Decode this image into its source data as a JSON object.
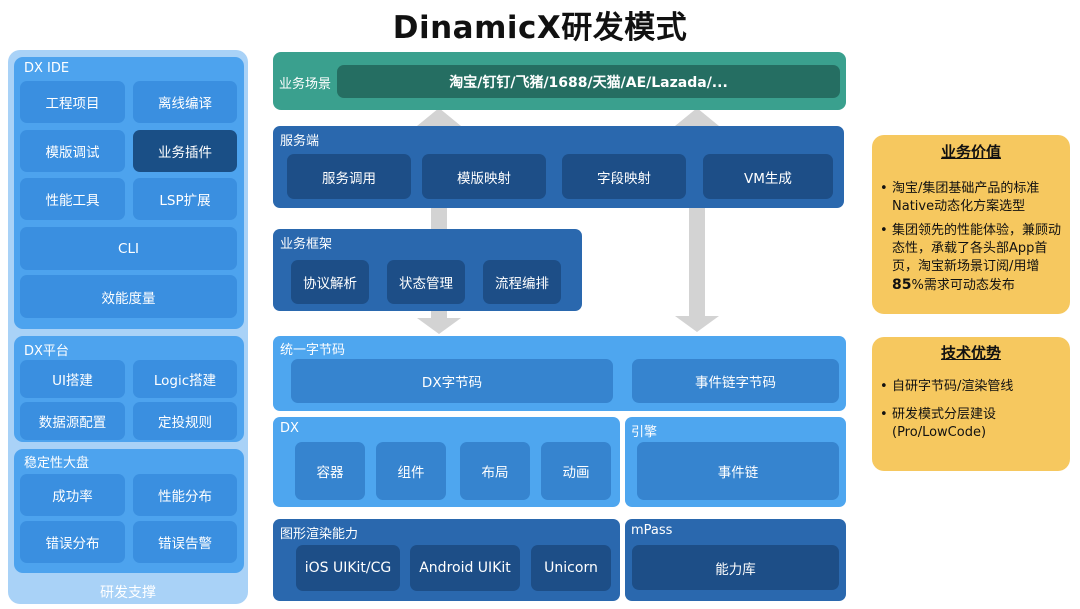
{
  "title": "DinamicX研发模式",
  "left": {
    "footer": "研发支撑",
    "dx_ide": {
      "label": "DX IDE",
      "items": [
        "工程项目",
        "离线编译",
        "模版调试",
        "业务插件",
        "性能工具",
        "LSP扩展"
      ],
      "wide_items": [
        "CLI",
        "效能度量"
      ]
    },
    "dx_platform": {
      "label": "DX平台",
      "items": [
        "UI搭建",
        "Logic搭建",
        "数据源配置",
        "定投规则"
      ]
    },
    "stability": {
      "label": "稳定性大盘",
      "items": [
        "成功率",
        "性能分布",
        "错误分布",
        "错误告警"
      ]
    }
  },
  "center": {
    "business_scene": {
      "label": "业务场景",
      "value": "淘宝/钉钉/飞猪/1688/天猫/AE/Lazada/..."
    },
    "server": {
      "label": "服务端",
      "items": [
        "服务调用",
        "模版映射",
        "字段映射",
        "VM生成"
      ]
    },
    "framework": {
      "label": "业务框架",
      "items": [
        "协议解析",
        "状态管理",
        "流程编排"
      ]
    },
    "bytecode": {
      "label": "统一字节码",
      "items": [
        "DX字节码",
        "事件链字节码"
      ]
    },
    "dx": {
      "label": "DX",
      "items": [
        "容器",
        "组件",
        "布局",
        "动画"
      ]
    },
    "engine": {
      "label": "引擎",
      "items": [
        "事件链"
      ]
    },
    "render": {
      "label": "图形渲染能力",
      "items": [
        "iOS UIKit/CG",
        "Android UIKit",
        "Unicorn"
      ]
    },
    "mpass": {
      "label": "mPass",
      "items": [
        "能力库"
      ]
    }
  },
  "right": {
    "value": {
      "title": "业务价值",
      "bullet1": "淘宝/集团基础产品的标准Native动态化方案选型",
      "bullet2_prefix": "集团领先的性能体验，兼顾动态性，承载了各头部App首页，淘宝新场景订阅/用增",
      "bullet2_bold": "85",
      "bullet2_suffix": "%需求可动态发布"
    },
    "tech": {
      "title": "技术优势",
      "bullets": [
        "自研字节码/渲染管线",
        "研发模式分层建设(Pro/LowCode)"
      ]
    }
  },
  "colors": {
    "accent_blue": "#4da3ee",
    "dark_blue": "#2a68ae",
    "green": "#3aa08e",
    "yellow": "#f6c85f"
  }
}
